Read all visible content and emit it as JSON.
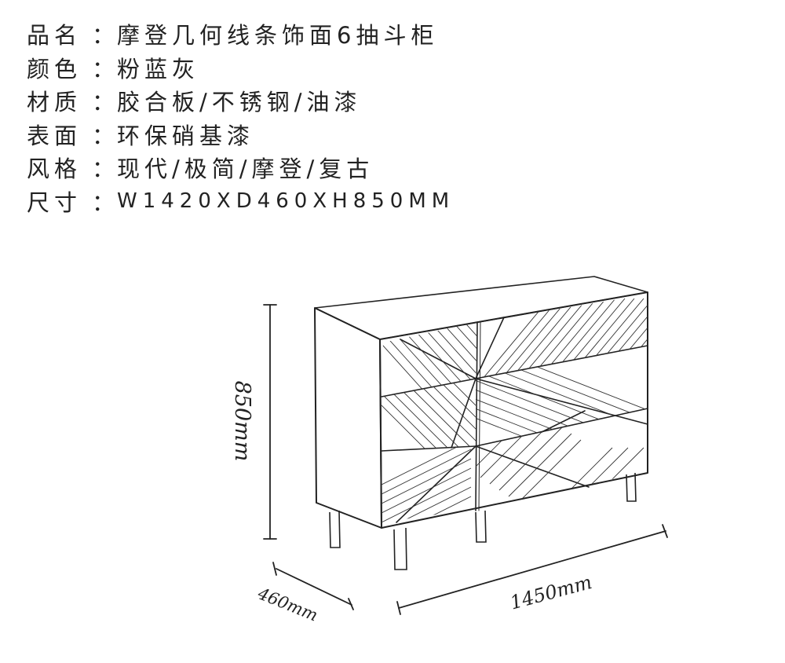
{
  "specs": [
    {
      "label": "品名",
      "colon": "：",
      "value": "摩登几何线条饰面6抽斗柜"
    },
    {
      "label": "颜色",
      "colon": "：",
      "value": "粉蓝灰"
    },
    {
      "label": "材质",
      "colon": "：",
      "value": "胶合板/不锈钢/油漆"
    },
    {
      "label": "表面",
      "colon": "：",
      "value": "环保硝基漆"
    },
    {
      "label": "风格",
      "colon": "：",
      "value": "现代/极简/摩登/复古"
    },
    {
      "label": "尺寸",
      "colon": "：",
      "value": "W1420XD460XH850MM"
    }
  ],
  "sketch": {
    "height_label": "850mm",
    "depth_label": "460mm",
    "width_label": "1450mm"
  }
}
